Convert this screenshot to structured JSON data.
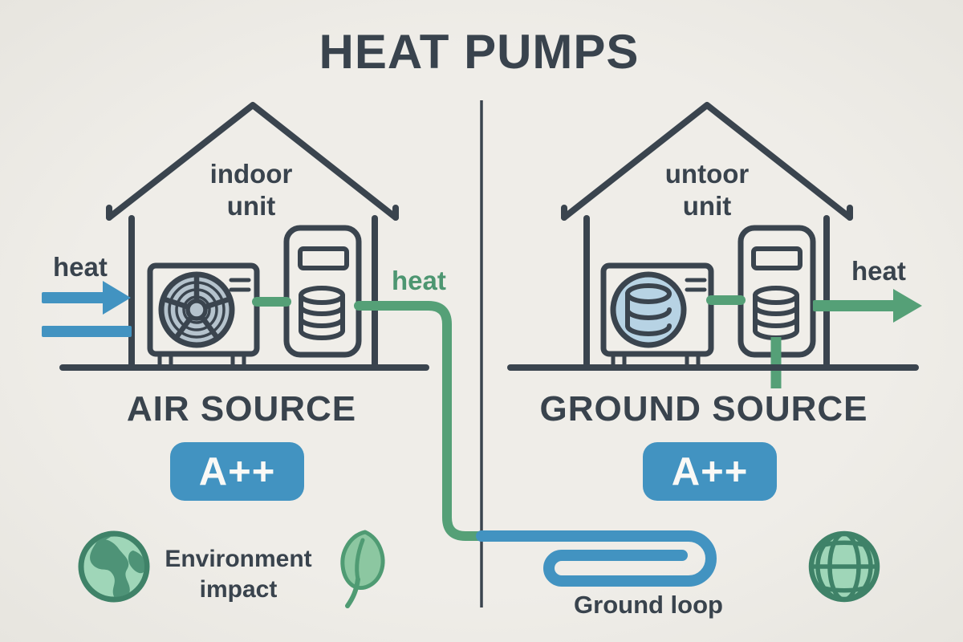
{
  "title": "HEAT PUMPS",
  "left_panel": {
    "house_label": "indoor unit",
    "heat_in_label": "heat",
    "heat_out_label": "heat",
    "source_label": "AIR SOURCE",
    "rating": "A++"
  },
  "right_panel": {
    "house_label": "untoor unit",
    "heat_out_label": "heat",
    "source_label": "GROUND SOURCE",
    "rating": "A++"
  },
  "footer": {
    "environment_label": "Environment impact",
    "ground_loop_label": "Ground loop"
  },
  "icons": {
    "left_outdoor_unit": "fan-unit-icon",
    "left_indoor_unit": "hydro-unit-icon",
    "right_outdoor_unit": "compressor-unit-icon",
    "right_indoor_unit": "hydro-unit-icon",
    "footer_left": "earth-icon",
    "footer_mid": "leaf-icon",
    "footer_right": "globe-icon"
  },
  "colors": {
    "background": "#EDEBE6",
    "ink": "#39434D",
    "outline": "#3A444E",
    "blue": "#4293C1",
    "green_pipe": "#55A077",
    "green_text": "#4D9671",
    "fan_fill": "#B5C3CD",
    "coil_circle_fill": "#B7D3E4",
    "eco_fill": "#9FD6B8",
    "eco_stroke": "#3F8268",
    "continent_fill": "#4E9377",
    "leaf_fill": "#8CC7A1"
  }
}
